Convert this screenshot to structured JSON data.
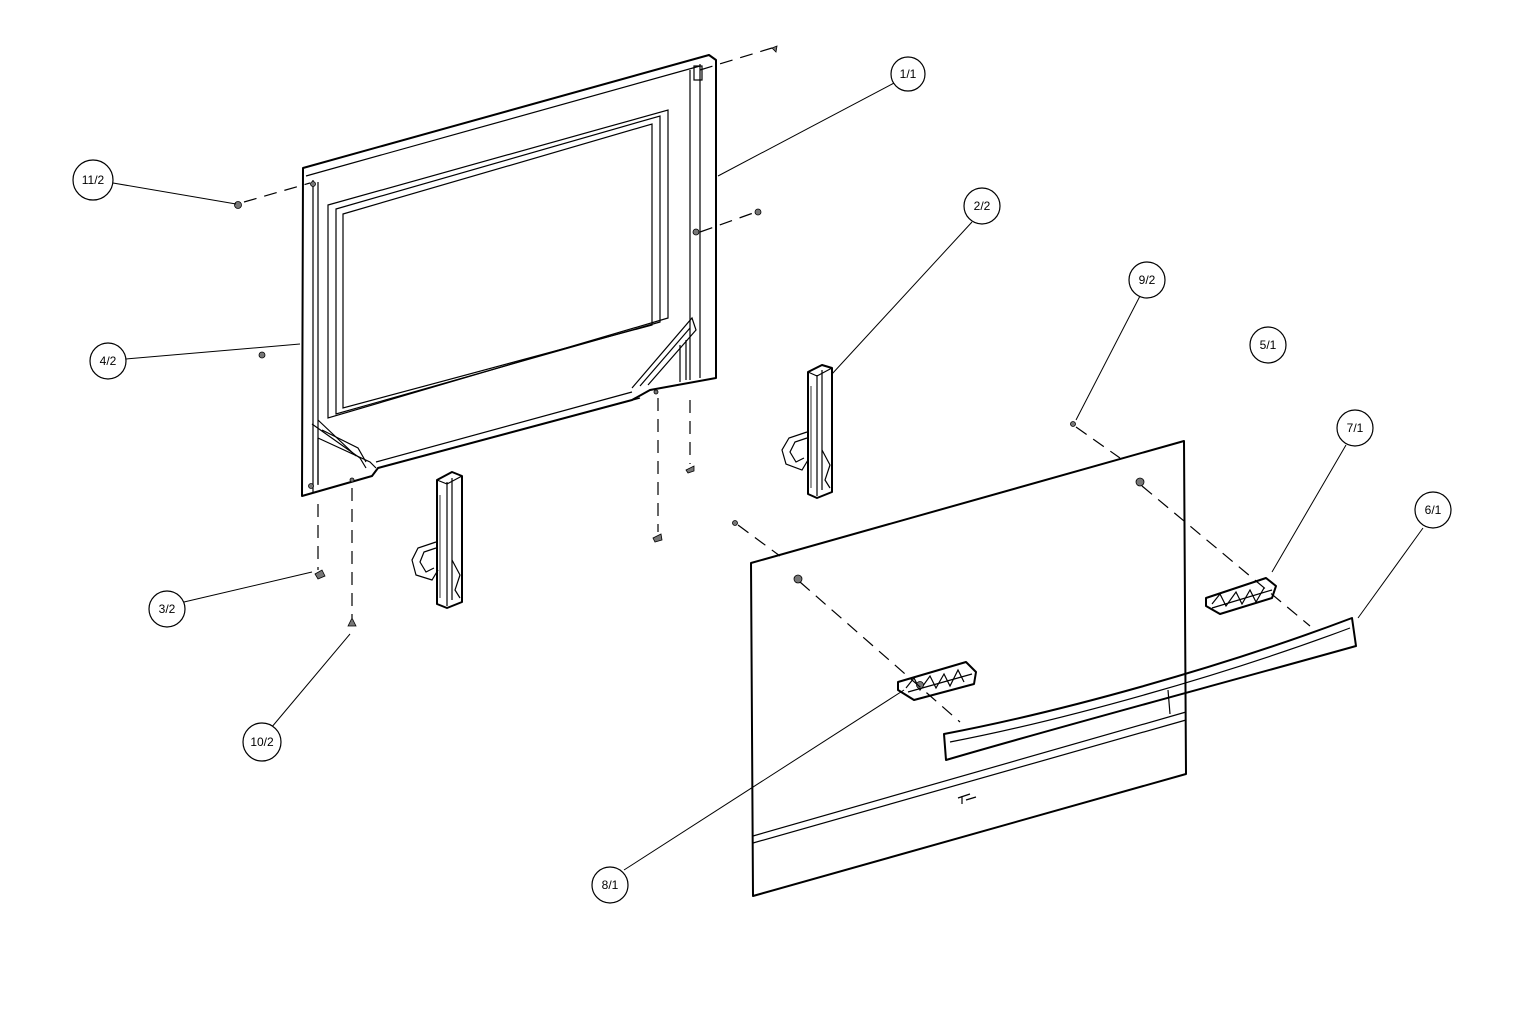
{
  "callouts": [
    {
      "id": "1_1",
      "label": "1/1"
    },
    {
      "id": "11_2",
      "label": "11/2"
    },
    {
      "id": "4_2",
      "label": "4/2"
    },
    {
      "id": "3_2",
      "label": "3/2"
    },
    {
      "id": "10_2",
      "label": "10/2"
    },
    {
      "id": "2_2",
      "label": "2/2"
    },
    {
      "id": "9_2",
      "label": "9/2"
    },
    {
      "id": "5_1",
      "label": "5/1"
    },
    {
      "id": "7_1",
      "label": "7/1"
    },
    {
      "id": "6_1",
      "label": "6/1"
    },
    {
      "id": "8_1",
      "label": "8/1"
    }
  ]
}
